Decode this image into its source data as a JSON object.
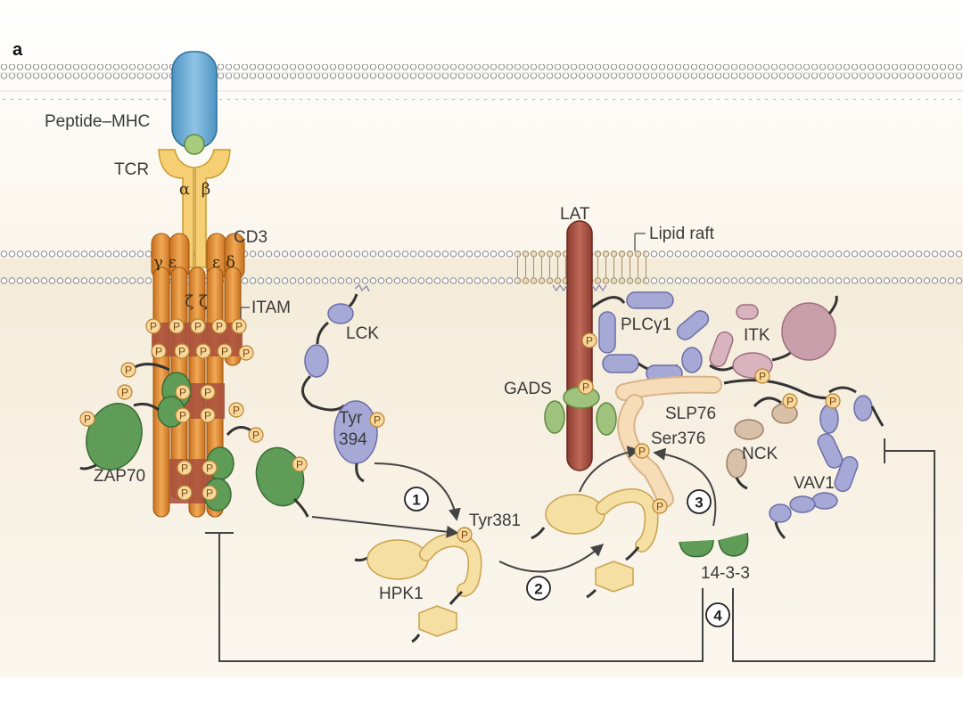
{
  "panel_label": "a",
  "labels": {
    "peptide_mhc": "Peptide–MHC",
    "tcr": "TCR",
    "alpha": "α",
    "beta": "β",
    "cd3": "CD3",
    "gamma_epsilon": "γ ε",
    "epsilon_delta": "ε δ",
    "zeta_zeta": "ζ ζ",
    "itam": "ITAM",
    "lck": "LCK",
    "tyr394": "Tyr\n394",
    "zap70": "ZAP70",
    "lat": "LAT",
    "lipid_raft": "Lipid raft",
    "plcg1": "PLCγ1",
    "itk": "ITK",
    "gads": "GADS",
    "slp76": "SLP76",
    "ser376": "Ser376",
    "nck": "NCK",
    "vav1": "VAV1",
    "tyr381": "Tyr381",
    "hpk1": "HPK1",
    "p1433": "14-3-3"
  },
  "phospho": "P",
  "steps": [
    "1",
    "2",
    "3",
    "4"
  ]
}
